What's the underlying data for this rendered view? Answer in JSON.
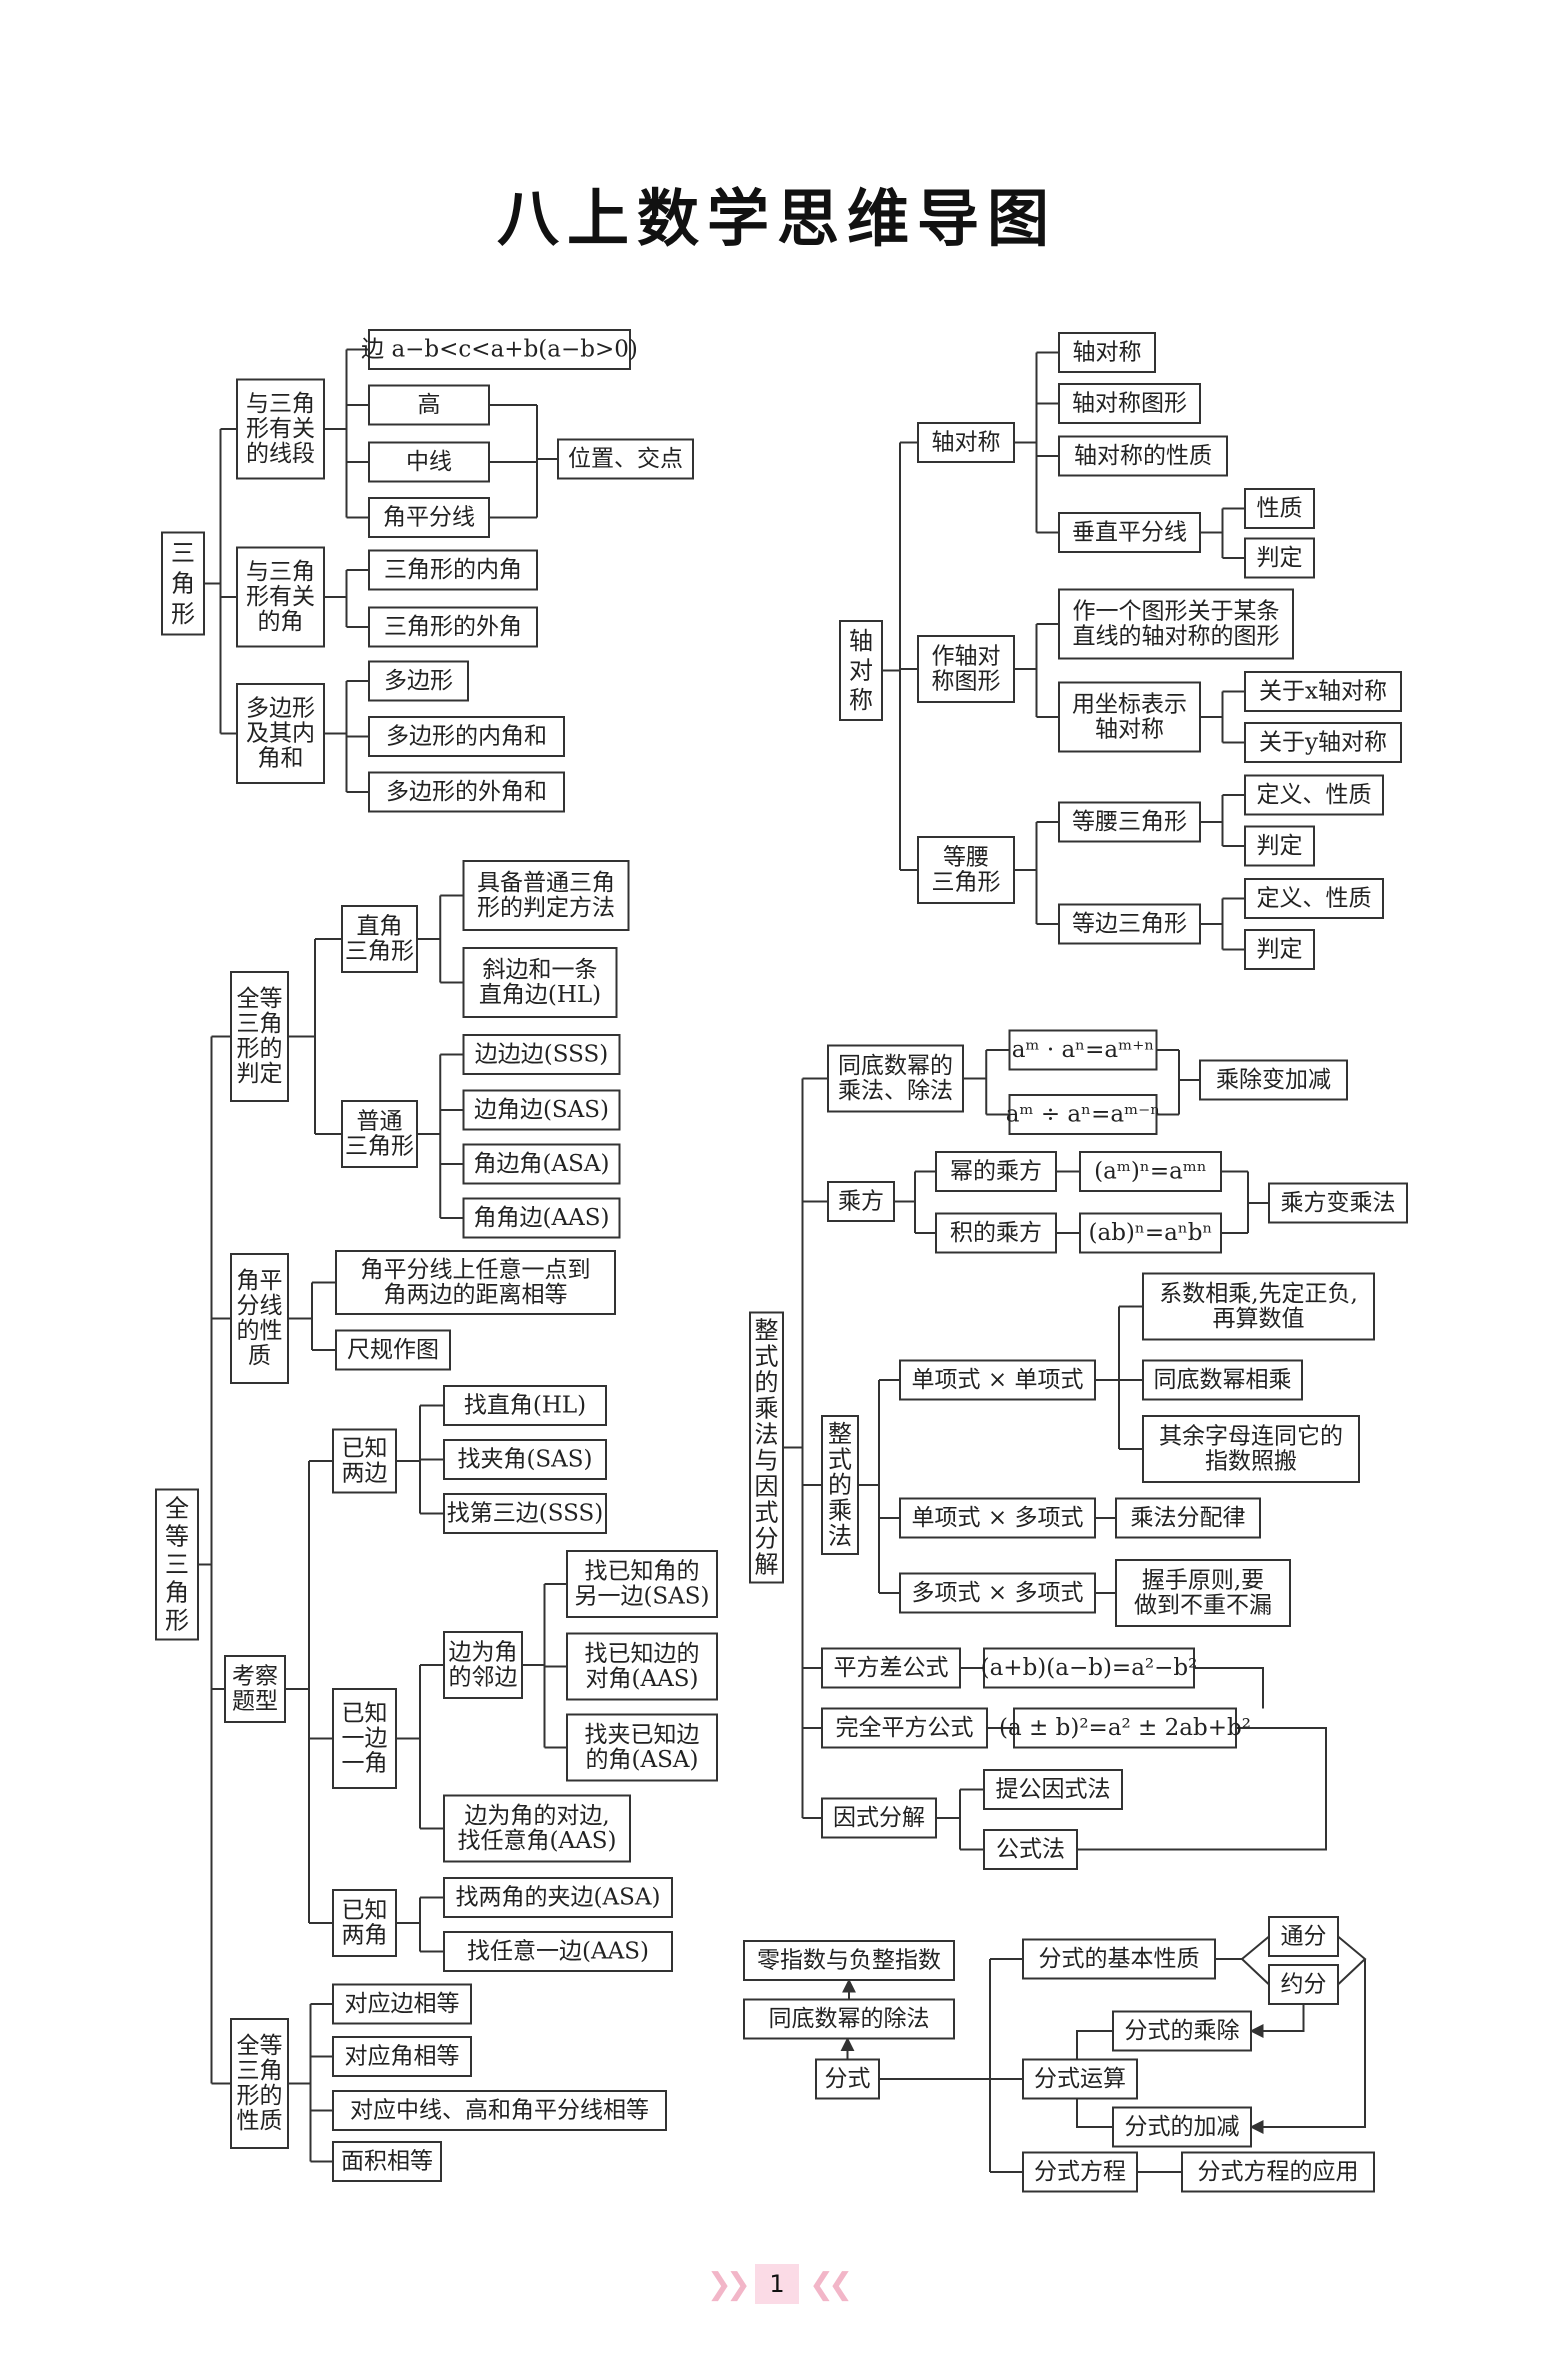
{
  "title": "八上数学思维导图",
  "page_number": "1",
  "nodes": {
    "sjx": [
      "三",
      "角",
      "形"
    ],
    "sjx_xd": [
      "与三角",
      "形有关",
      "的线段"
    ],
    "bian": [
      "边 a−b<c<a+b(a−b>0)"
    ],
    "gao": [
      "高"
    ],
    "zx": [
      "中线"
    ],
    "jpfx": [
      "角平分线"
    ],
    "wzjd": [
      "位置、交点"
    ],
    "sjx_j": [
      "与三角",
      "形有关",
      "的角"
    ],
    "nj": [
      "三角形的内角"
    ],
    "wj": [
      "三角形的外角"
    ],
    "dbx": [
      "多边形",
      "及其内",
      "角和"
    ],
    "dbx1": [
      "多边形"
    ],
    "dbxnj": [
      "多边形的内角和"
    ],
    "dbxwj": [
      "多边形的外角和"
    ],
    "qd": [
      "全",
      "等",
      "三",
      "角",
      "形"
    ],
    "qdpd": [
      "全等",
      "三角",
      "形的",
      "判定"
    ],
    "zj": [
      "直角",
      "三角形"
    ],
    "jbpt": [
      "具备普通三角",
      "形的判定方法"
    ],
    "hl": [
      "斜边和一条",
      "直角边(HL)"
    ],
    "pt": [
      "普通",
      "三角形"
    ],
    "sss": [
      "边边边(SSS)"
    ],
    "sas": [
      "边角边(SAS)"
    ],
    "asa": [
      "角边角(ASA)"
    ],
    "aas": [
      "角角边(AAS)"
    ],
    "jpxz": [
      "角平",
      "分线",
      "的性",
      "质"
    ],
    "jpx1": [
      "角平分线上任意一点到",
      "角两边的距离相等"
    ],
    "cgzt": [
      "尺规作图"
    ],
    "kctx": [
      "考察",
      "题型"
    ],
    "yzlb": [
      "已知",
      "两边"
    ],
    "zjj": [
      "找夹角(SAS)"
    ],
    "zzj": [
      "找直角(HL)"
    ],
    "zdsb": [
      "找第三边(SSS)"
    ],
    "yzybyj": [
      "已知",
      "一边",
      "一角"
    ],
    "bwjld": [
      "边为角",
      "的邻边"
    ],
    "zyzj1": [
      "找已知角的",
      "另一边(SAS)"
    ],
    "zyzb": [
      "找已知边的",
      "对角(AAS)"
    ],
    "zjyzb": [
      "找夹已知边",
      "的角(ASA)"
    ],
    "bwjdb": [
      "边为角的对边,",
      "找任意角(AAS)"
    ],
    "yzlj": [
      "已知",
      "两角"
    ],
    "zljjb": [
      "找两角的夹边(ASA)"
    ],
    "zryb": [
      "找任意一边(AAS)"
    ],
    "qdxz": [
      "全等",
      "三角",
      "形的",
      "性质"
    ],
    "dybxd": [
      "对应边相等"
    ],
    "dyjxd": [
      "对应角相等"
    ],
    "dyzx": [
      "对应中线、高和角平分线相等"
    ],
    "mjxd": [
      "面积相等"
    ],
    "zdc": [
      "轴",
      "对",
      "称"
    ],
    "zdc2": [
      "轴对称"
    ],
    "zdc3": [
      "轴对称"
    ],
    "zdctx": [
      "轴对称图形"
    ],
    "zdcxz": [
      "轴对称的性质"
    ],
    "czpf": [
      "垂直平分线"
    ],
    "xz1": [
      "性质"
    ],
    "pd1": [
      "判定"
    ],
    "zzdctx": [
      "作轴对",
      "称图形"
    ],
    "zygtx": [
      "作一个图形关于某条",
      "直线的轴对称的图形"
    ],
    "yzbbs": [
      "用坐标表示",
      "轴对称"
    ],
    "gyx": [
      "关于x轴对称"
    ],
    "gyy": [
      "关于y轴对称"
    ],
    "dysjx": [
      "等腰",
      "三角形"
    ],
    "dysj2": [
      "等腰三角形"
    ],
    "dyxz1": [
      "定义、性质"
    ],
    "pd2": [
      "判定"
    ],
    "dbsj": [
      "等边三角形"
    ],
    "dyxz2": [
      "定义、性质"
    ],
    "pd3": [
      "判定"
    ],
    "zscf": [
      "整",
      "式",
      "的",
      "乘",
      "法",
      "与",
      "因",
      "式",
      "分",
      "解"
    ],
    "tdsmcf": [
      "同底数幂的",
      "乘法、除法"
    ],
    "f1": [
      "aᵐ · aⁿ=aᵐ⁺ⁿ"
    ],
    "f2": [
      "aᵐ ÷ aⁿ=aᵐ⁻ⁿ"
    ],
    "ccbjj": [
      "乘除变加减"
    ],
    "cf": [
      "乘方"
    ],
    "mdcf": [
      "幂的乘方"
    ],
    "f3": [
      "(aᵐ)ⁿ=aᵐⁿ"
    ],
    "jdcf": [
      "积的乘方"
    ],
    "f4": [
      "(ab)ⁿ=aⁿbⁿ"
    ],
    "cfbcf": [
      "乘方变乘法"
    ],
    "zsdcf": [
      "整",
      "式",
      "的",
      "乘",
      "法"
    ],
    "dxsdxs": [
      "单项式 × 单项式"
    ],
    "xsxc": [
      "系数相乘,先定正负,",
      "再算数值"
    ],
    "tdsmxc": [
      "同底数幂相乘"
    ],
    "qyzm": [
      "其余字母连同它的",
      "指数照搬"
    ],
    "dxsdx": [
      "单项式 × 多项式"
    ],
    "cffpl": [
      "乘法分配律"
    ],
    "dxsdx2": [
      "多项式 × 多项式"
    ],
    "wsyz": [
      "握手原则,要",
      "做到不重不漏"
    ],
    "pfcgs": [
      "平方差公式"
    ],
    "f5": [
      "(a+b)(a−b)=a²−b²"
    ],
    "wqpf": [
      "完全平方公式"
    ],
    "f6": [
      "(a ± b)²=a² ± 2ab+b²"
    ],
    "ysfj": [
      "因式分解"
    ],
    "tgysf": [
      "提公因式法"
    ],
    "gsf": [
      "公式法"
    ],
    "lzs": [
      "零指数与负整指数"
    ],
    "tdsmcf2": [
      "同底数幂的除法"
    ],
    "fs": [
      "分式"
    ],
    "fsjbxz": [
      "分式的基本性质"
    ],
    "tf": [
      "通分"
    ],
    "yf": [
      "约分"
    ],
    "fsdcc": [
      "分式的乘除"
    ],
    "fsys": [
      "分式运算"
    ],
    "fsdjj": [
      "分式的加减"
    ],
    "fsfc": [
      "分式方程"
    ],
    "fsfcyy": [
      "分式方程的应用"
    ]
  }
}
